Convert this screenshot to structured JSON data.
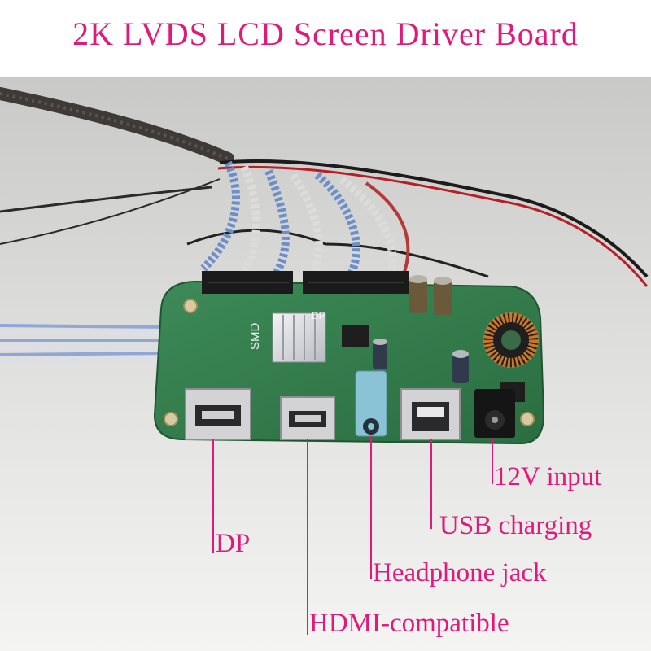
{
  "title": "2K LVDS LCD Screen Driver Board",
  "labels": {
    "dp": "DP",
    "hdmi": "HDMI-compatible",
    "headphone": "Headphone jack",
    "usb": "USB charging",
    "power": "12V input"
  },
  "pcb_text": {
    "smd": "SMD",
    "dp": "DP"
  },
  "colors": {
    "label": "#e0197a",
    "pcb": "#2e7a49",
    "cable_sleeve": "#3d3a38",
    "audio_jack": "#8bc3d6"
  }
}
